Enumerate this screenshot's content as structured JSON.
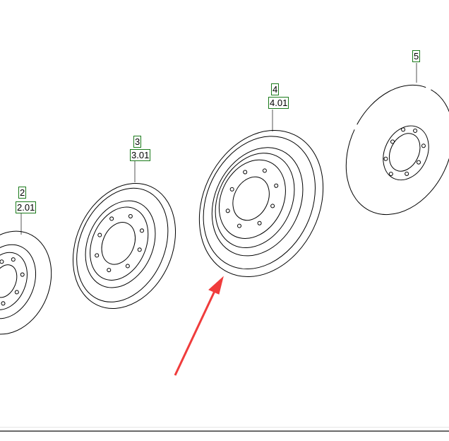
{
  "callouts": [
    {
      "id": "2",
      "sub": "2.01"
    },
    {
      "id": "3",
      "sub": "3.01"
    },
    {
      "id": "4",
      "sub": "4.01"
    },
    {
      "id": "5"
    }
  ],
  "colors": {
    "callout_border": "#1a7a1a",
    "arrow": "#f03c3c",
    "line": "#000000"
  }
}
